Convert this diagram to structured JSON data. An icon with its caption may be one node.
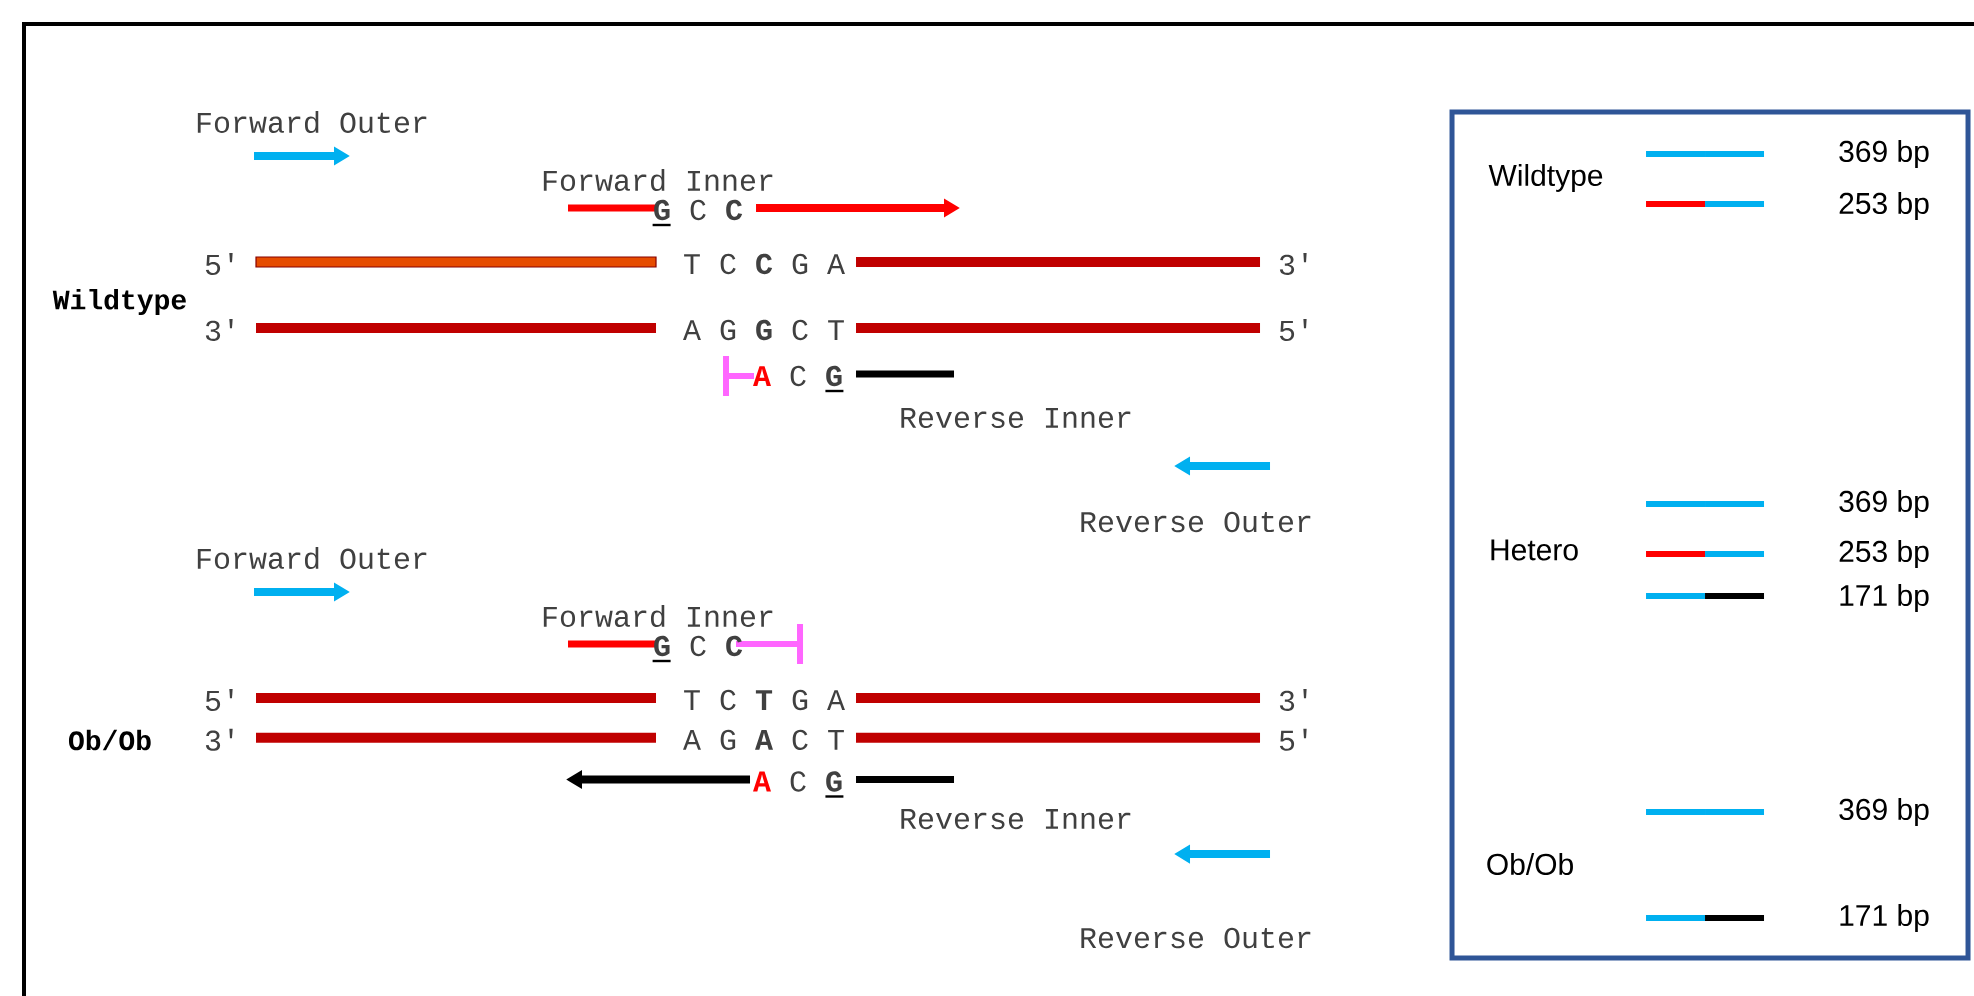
{
  "diagram": {
    "labels": [
      "Forward Outer",
      "Forward Inner",
      "**G** C **C**",
      "5′",
      "T C **C** G A",
      "3′",
      "Wildtype",
      "3′",
      "A G **G** C T",
      "5′",
      "**A** C **G**",
      "Reverse Inner",
      "Reverse Outer",
      "Forward Outer",
      "Forward Inner",
      "**G** C **C**",
      "5′",
      "T C **T** G A",
      "3′",
      "Ob/Ob",
      "3′",
      "A G **A** C T",
      "5′",
      "**A** C **G**",
      "Reverse Inner",
      "Reverse Outer",
      "Wildtype",
      "369 bp",
      "253 bp",
      "Hetero",
      "369 bp",
      "253 bp",
      "171 bp",
      "Ob/Ob",
      "369 bp",
      "171 bp"
    ]
  }
}
